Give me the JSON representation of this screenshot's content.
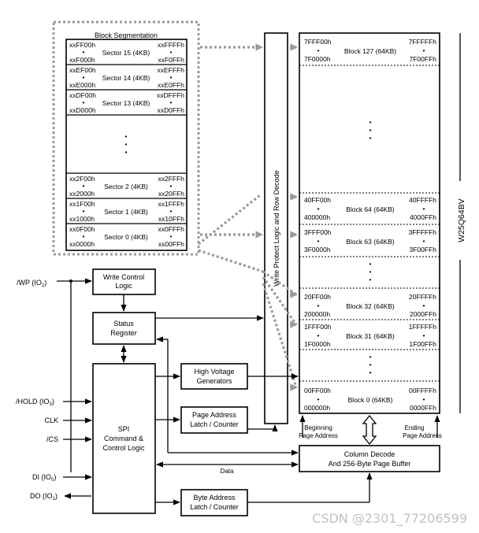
{
  "block_segmentation": {
    "title": "Block Segmentation",
    "sectors": [
      {
        "start_top": "xxFF00h",
        "end_top": "xxFFFFh",
        "name": "Sector 15 (4KB)",
        "start_bottom": "xxF000h",
        "end_bottom": "xxF0FFh"
      },
      {
        "start_top": "xxEF00h",
        "end_top": "xxEFFFh",
        "name": "Sector 14 (4KB)",
        "start_bottom": "xxE000h",
        "end_bottom": "xxE0FFh"
      },
      {
        "start_top": "xxDF00h",
        "end_top": "xxDFFFh",
        "name": "Sector 13 (4KB)",
        "start_bottom": "xxD000h",
        "end_bottom": "xxD0FFh"
      },
      {
        "start_top": "xx2F00h",
        "end_top": "xx2FFFh",
        "name": "Sector 2 (4KB)",
        "start_bottom": "xx2000h",
        "end_bottom": "xx20FFh"
      },
      {
        "start_top": "xx1F00h",
        "end_top": "xx1FFFh",
        "name": "Sector 1 (4KB)",
        "start_bottom": "xx1000h",
        "end_bottom": "xx10FFh"
      },
      {
        "start_top": "xx0F00h",
        "end_top": "xx0FFFh",
        "name": "Sector 0 (4KB)",
        "start_bottom": "xx0000h",
        "end_bottom": "xx00FFh"
      }
    ]
  },
  "memory_array": {
    "blocks": [
      {
        "start_top": "7FFF00h",
        "end_top": "7FFFFFh",
        "name": "Block 127 (64KB)",
        "start_bottom": "7F0000h",
        "end_bottom": "7F00FFh"
      },
      {
        "start_top": "40FF00h",
        "end_top": "40FFFFh",
        "name": "Block 64 (64KB)",
        "start_bottom": "400000h",
        "end_bottom": "4000FFh"
      },
      {
        "start_top": "3FFF00h",
        "end_top": "3FFFFFh",
        "name": "Block 63 (64KB)",
        "start_bottom": "3F0000h",
        "end_bottom": "3F00FFh"
      },
      {
        "start_top": "20FF00h",
        "end_top": "20FFFFh",
        "name": "Block 32 (64KB)",
        "start_bottom": "200000h",
        "end_bottom": "2000FFh"
      },
      {
        "start_top": "1FFF00h",
        "end_top": "1FFFFFh",
        "name": "Block 31 (64KB)",
        "start_bottom": "1F0000h",
        "end_bottom": "1F00FFh"
      },
      {
        "start_top": "00FF00h",
        "end_top": "00FFFFh",
        "name": "Block 0 (64KB)",
        "start_bottom": "000000h",
        "end_bottom": "0000FFh"
      }
    ],
    "chip_name": "W25Q64BV",
    "beginning_label": [
      "Beginning",
      "Page Address"
    ],
    "ending_label": [
      "Ending",
      "Page Address"
    ]
  },
  "row_decode_label": "Write Protect Logic and Row Decode",
  "blocks": {
    "write_control": [
      "Write Control",
      "Logic"
    ],
    "status_register": [
      "Status",
      "Register"
    ],
    "spi": [
      "SPI",
      "Command &",
      "Control Logic"
    ],
    "high_voltage": [
      "High Voltage",
      "Generators"
    ],
    "page_address": [
      "Page Address",
      "Latch / Counter"
    ],
    "column_decode": [
      "Column Decode",
      "And 256-Byte Page Buffer"
    ],
    "byte_address": [
      "Byte Address",
      "Latch / Counter"
    ]
  },
  "data_label": "Data",
  "pins": {
    "wp": {
      "name": "/WP (IO",
      "sub": "2",
      "close": ")"
    },
    "hold": {
      "name": "/HOLD (IO",
      "sub": "3",
      "close": ")"
    },
    "clk": "CLK",
    "cs": "/CS",
    "di": {
      "name": "DI (IO",
      "sub": "0",
      "close": ")"
    },
    "do": {
      "name": "DO (IO",
      "sub": "1",
      "close": ")"
    }
  },
  "bullet": "•",
  "watermark": "CSDN @2301_77206599"
}
